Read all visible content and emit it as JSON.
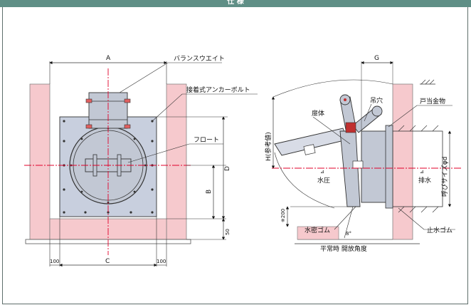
{
  "header": {
    "title": "仕 様"
  },
  "labels": {
    "balance_weight": "バランスウエイト",
    "anchor_bolt": "接着式アンカーボルト",
    "float": "フロート",
    "hanging_hole": "吊穴",
    "door_stopper": "戸当金物",
    "door_body": "扉体",
    "water_pressure": "水圧",
    "drainage": "排水",
    "nominal_size": "呼びサイズφd",
    "height_ref": "H(参考値)",
    "watertight_rubber": "水密ゴム",
    "stop_water_rubber": "止水ゴム",
    "open_angle": "平常時 開放角度",
    "angle_value": "8°",
    "note_200": "※200"
  },
  "dimensions": {
    "A": "A",
    "B": "B",
    "C": "C",
    "D": "D",
    "G": "G",
    "fifty": "50",
    "hundred_left": "100",
    "hundred_right": "100"
  },
  "colors": {
    "header": "#5f8f86",
    "concrete": "#f6c9cd",
    "plate": "#c8cfde",
    "gate": "#c2c8d4",
    "centerline": "#e0002a"
  }
}
